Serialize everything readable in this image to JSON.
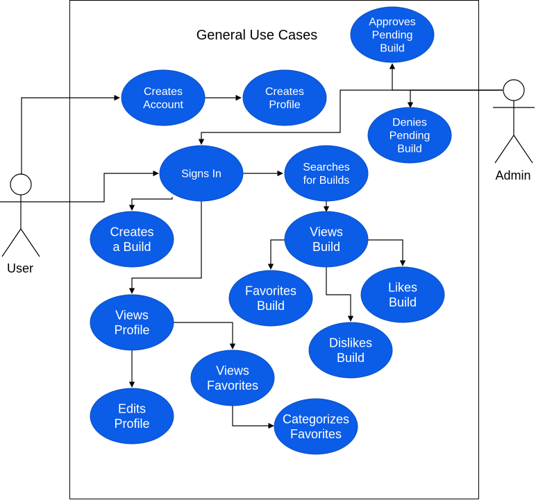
{
  "diagram": {
    "title": "General Use Cases",
    "colors": {
      "use_case_fill": "#0b5ce6",
      "use_case_text": "#ffffff",
      "line": "#000000"
    },
    "actors": {
      "user": {
        "label": "User"
      },
      "admin": {
        "label": "Admin"
      }
    },
    "use_cases": {
      "approves_pending_build": {
        "lines": [
          "Approves",
          "Pending",
          "Build"
        ]
      },
      "creates_account": {
        "lines": [
          "Creates",
          "Account"
        ]
      },
      "creates_profile": {
        "lines": [
          "Creates",
          "Profile"
        ]
      },
      "denies_pending_build": {
        "lines": [
          "Denies",
          "Pending",
          "Build"
        ]
      },
      "signs_in": {
        "lines": [
          "Signs In"
        ]
      },
      "searches_for_builds": {
        "lines": [
          "Searches",
          "for Builds"
        ]
      },
      "creates_a_build": {
        "lines": [
          "Creates",
          "a Build"
        ]
      },
      "views_build": {
        "lines": [
          "Views",
          "Build"
        ]
      },
      "favorites_build": {
        "lines": [
          "Favorites",
          "Build"
        ]
      },
      "likes_build": {
        "lines": [
          "Likes",
          "Build"
        ]
      },
      "views_profile": {
        "lines": [
          "Views",
          "Profile"
        ]
      },
      "dislikes_build": {
        "lines": [
          "Dislikes",
          "Build"
        ]
      },
      "views_favorites": {
        "lines": [
          "Views",
          "Favorites"
        ]
      },
      "edits_profile": {
        "lines": [
          "Edits",
          "Profile"
        ]
      },
      "categorizes_favorites": {
        "lines": [
          "Categorizes",
          "Favorites"
        ]
      }
    }
  }
}
